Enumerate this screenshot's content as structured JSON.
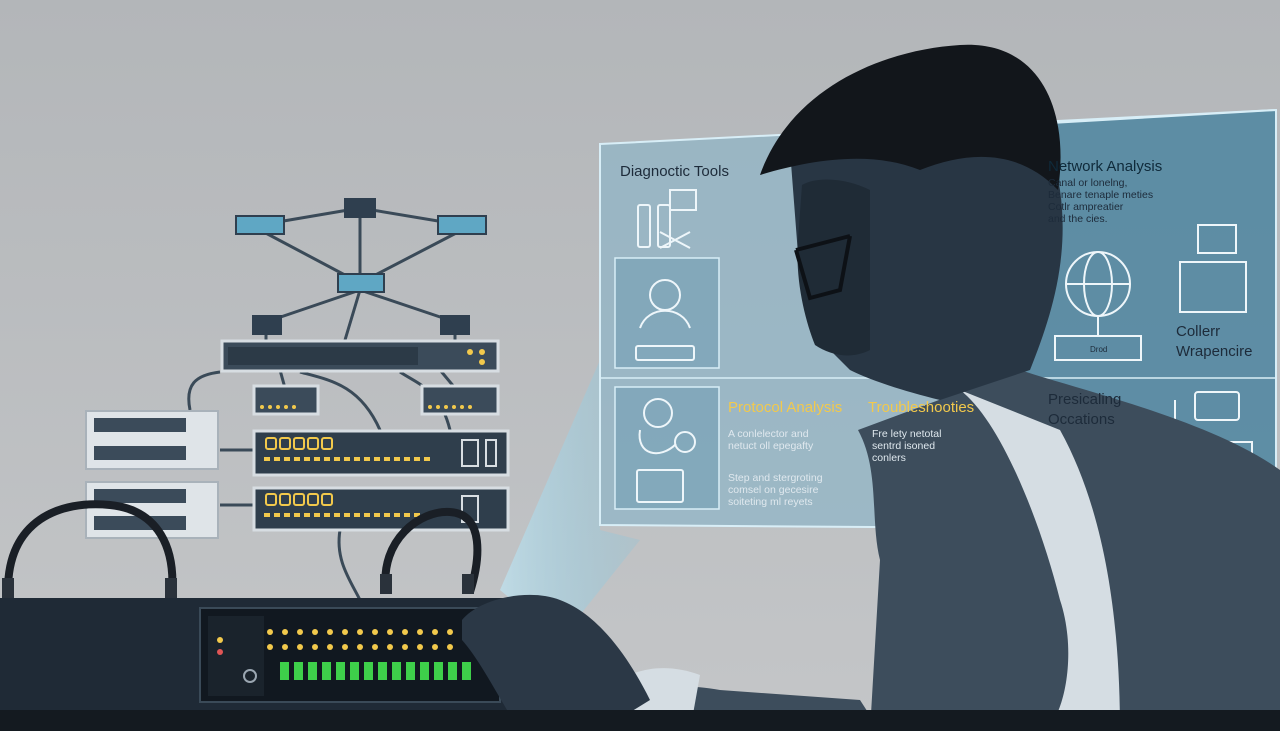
{
  "panel": {
    "diagnostic_tools_title": "Diagnoctic Tools",
    "network_analysis_title": "Network Analysis",
    "network_analysis_body": "Canal or lonelng,\nBenare tenaple meties\nCotlr ampreatier\nand the cies.",
    "protocol_analysis_title": "Protocol Analysis",
    "troubleshooting_title": "Troubleshooties",
    "bullet_1": "A conlelector and\nnetuct oll epegafty",
    "bullet_2": "Step and stergroting\ncomsel on gecesire\nsoiteting ml reyets",
    "troubleshooting_body": "Fre lety netotal\nsentrd isoned\nconlers",
    "collerr_label": "Collerr\nWrapencire",
    "presicaling_label": "Presicaling\nOccations",
    "globe_caption": "Drod"
  },
  "colors": {
    "background": "#b9bcbf",
    "panel_glass": "#8fb4c6",
    "panel_dark": "#2b6c8a",
    "accent_yellow": "#f2c94c",
    "led_green": "#3ecf4a",
    "hardware_dark": "#1f2a36"
  }
}
